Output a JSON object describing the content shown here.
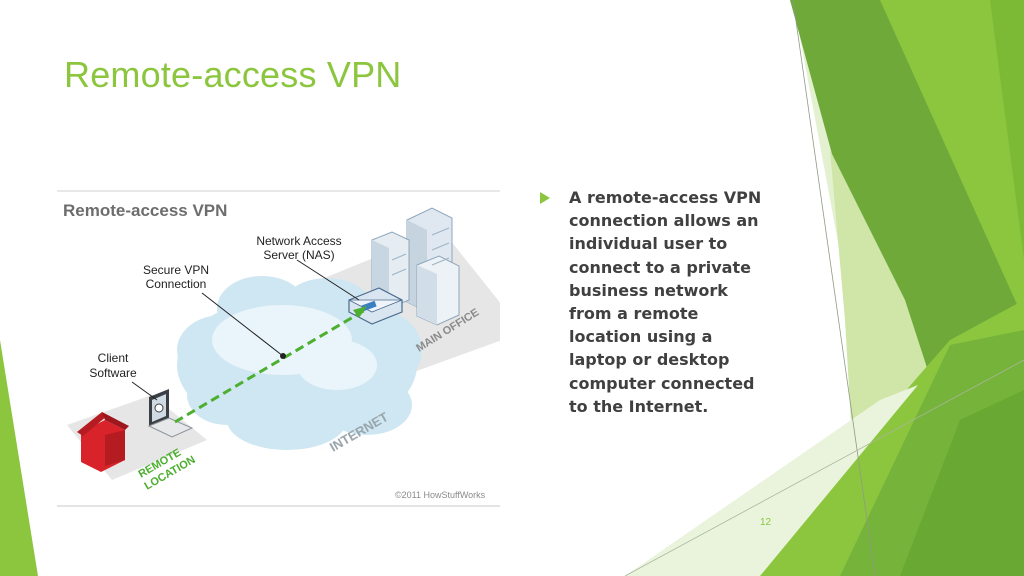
{
  "slide": {
    "title": "Remote-access VPN",
    "bullet": "A remote-access VPN connection allows an individual user to connect to a private business network from a remote location using a laptop or desktop computer connected to the Internet.",
    "number": "12"
  },
  "figure": {
    "heading": "Remote-access VPN",
    "nas_label_line1": "Network Access",
    "nas_label_line2": "Server (NAS)",
    "vpn_label_line1": "Secure VPN",
    "vpn_label_line2": "Connection",
    "client_label_line1": "Client",
    "client_label_line2": "Software",
    "main_office": "MAIN OFFICE",
    "internet": "INTERNET",
    "remote_line1": "REMOTE",
    "remote_line2": "LOCATION",
    "copyright": "©2011 HowStuffWorks"
  },
  "colors": {
    "accent": "#8cc63f",
    "text": "#404040",
    "decor_light": "#c5e29a",
    "decor_mid": "#8cc63f",
    "decor_dark": "#5f9e2b"
  }
}
